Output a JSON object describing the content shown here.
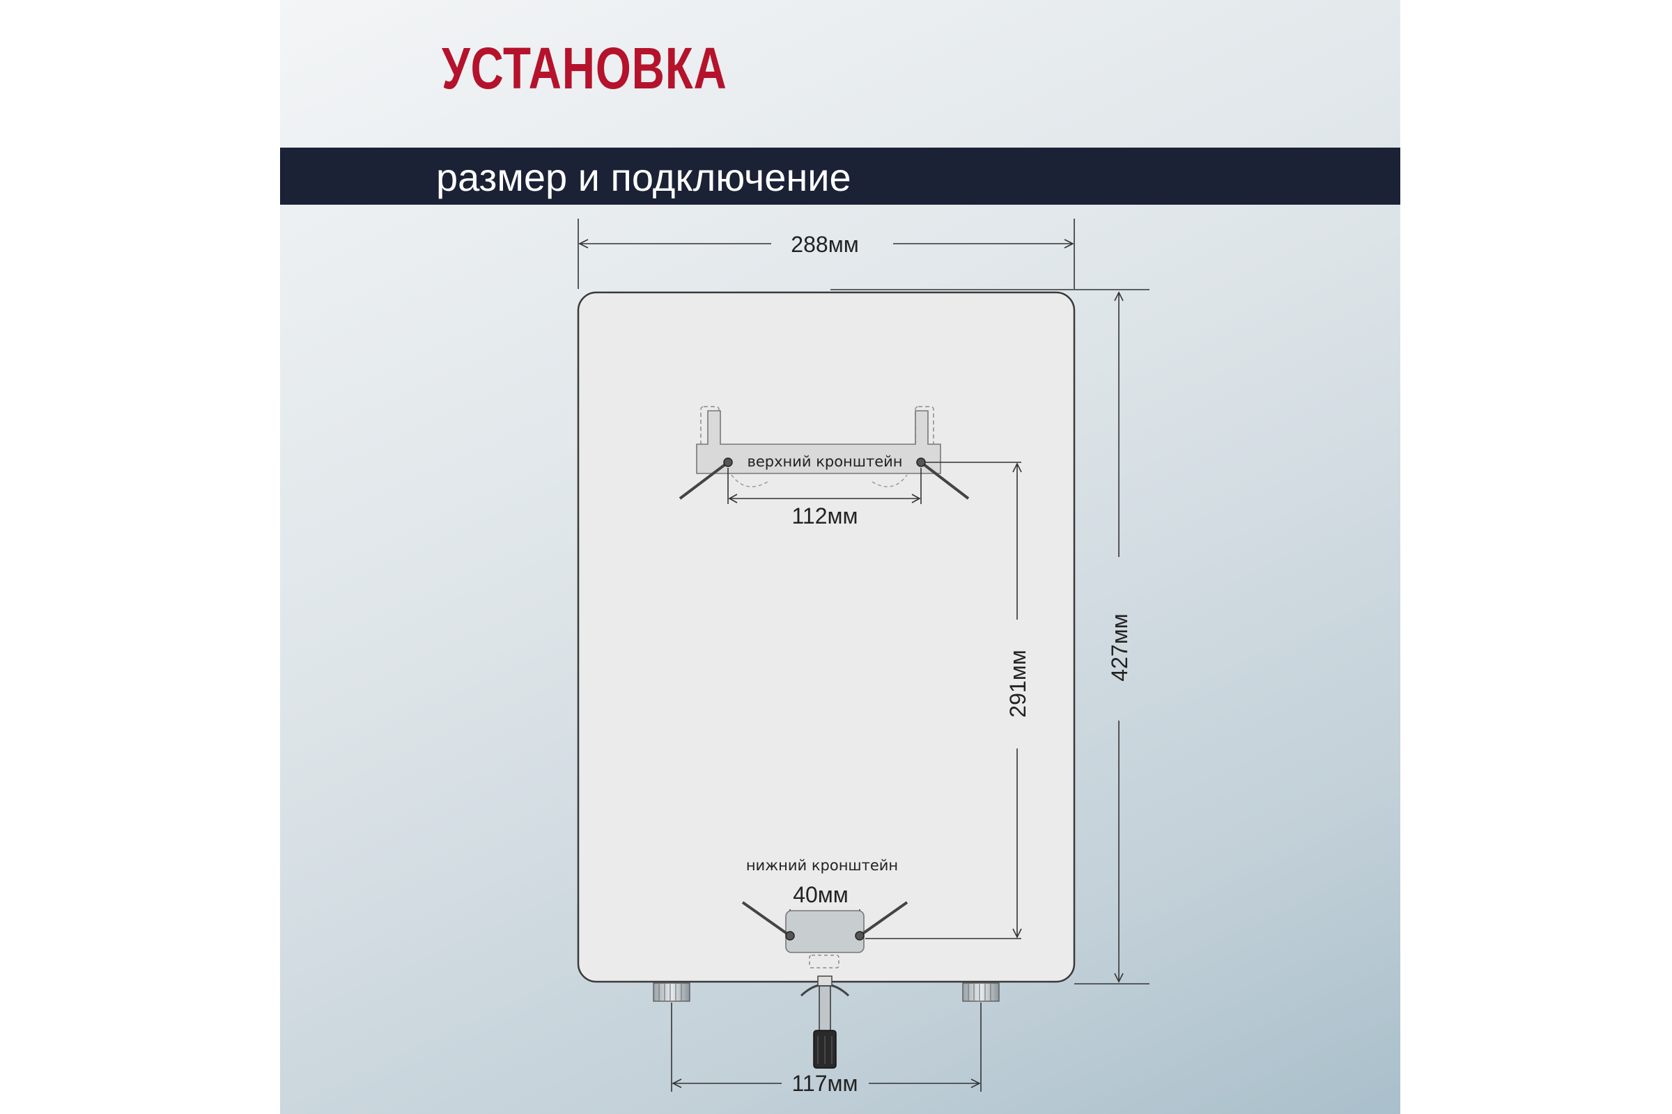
{
  "header": {
    "title": "УСТАНОВКА",
    "subtitle": "размер и подключение"
  },
  "diagram": {
    "width_label": "288мм",
    "height_label": "427мм",
    "bracket_spacing_label": "291мм",
    "upper_bracket_label": "верхний кронштейн",
    "upper_bracket_width_label": "112мм",
    "lower_bracket_label": "нижний кронштейн",
    "lower_bracket_width_label": "40мм",
    "pipes_spacing_label": "117мм"
  },
  "colors": {
    "title": "#b5122c",
    "subtitle_bar": "#1b2236",
    "tank_fill": "#ebebeb",
    "line": "#333333"
  }
}
